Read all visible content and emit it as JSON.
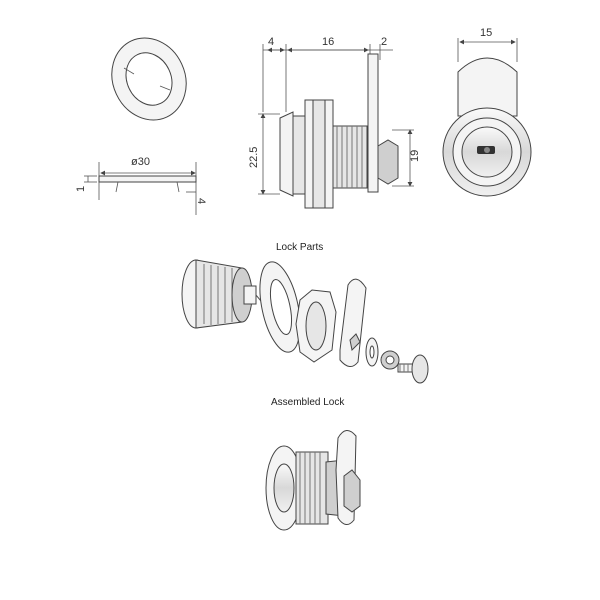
{
  "dimensions": {
    "washer_diameter": "ø30",
    "washer_thickness": "1",
    "washer_tab": "4",
    "side_flange": "4",
    "side_body": "16",
    "side_cam": "2",
    "side_height": "22.5",
    "side_thread": "19",
    "front_width": "15"
  },
  "captions": {
    "parts": "Lock Parts",
    "assembled": "Assembled Lock"
  }
}
